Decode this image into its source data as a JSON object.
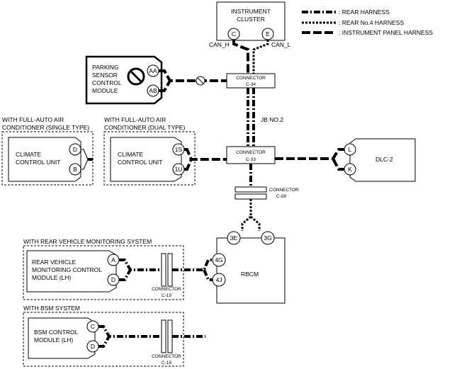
{
  "legend": {
    "rear": ": REAR HARNESS",
    "no4": ": REAR No.4 HARNESS",
    "ip": ": INSTRUMENT PANEL HARNESS"
  },
  "instrument_cluster": {
    "line1": "INSTRUMENT",
    "line2": "CLUSTER",
    "pin_c": "C",
    "pin_e": "E",
    "can_h": "CAN_H",
    "can_l": "CAN_L"
  },
  "parking_sensor": {
    "line1": "PARKING",
    "line2": "SENSOR",
    "line3": "CONTROL",
    "line4": "MODULE",
    "pin_aa": "AA",
    "pin_ab": "AB"
  },
  "connector_c34": {
    "line1": "CONNECTOR",
    "line2": "C-34"
  },
  "jb": "JB NO.2",
  "connector_c33": {
    "line1": "CONNECTOR",
    "line2": "C-33"
  },
  "connector_c08": {
    "line1": "CONNECTOR",
    "line2": "C-08"
  },
  "connector_c19a": {
    "line1": "CONNECTOR",
    "line2": "C-19"
  },
  "connector_c19b": {
    "line1": "CONNECTOR",
    "line2": "C-19"
  },
  "climate_single": {
    "group1": "WITH FULL-AUTO AIR",
    "group2": "CONDITIONER (SINGLE TYPE)",
    "line1": "CLIMATE",
    "line2": "CONTROL UNIT",
    "pin_d": "D",
    "pin_b": "B"
  },
  "climate_dual": {
    "group1": "WITH FULL-AUTO AIR",
    "group2": "CONDITIONER (DUAL TYPE)",
    "line1": "CLIMATE",
    "line2": "CONTROL UNIT",
    "pin_1s": "1S",
    "pin_1u": "1U"
  },
  "dlc": {
    "label": "DLC-2",
    "pin_l": "L",
    "pin_k": "K"
  },
  "rbcm": {
    "label": "RBCM",
    "pin_3e": "3E",
    "pin_3g": "3G",
    "pin_4g": "4G",
    "pin_4j": "4J"
  },
  "rear_monitor": {
    "group": "WITH REAR VEHICLE MONITORING SYSTEM",
    "line1": "REAR VEHICLE",
    "line2": "MONITORING CONTROL",
    "line3": "MODULE (LH)",
    "pin_a": "A",
    "pin_d": "D"
  },
  "bsm": {
    "group": "WITH BSM SYSTEM",
    "line1": "BSM CONTROL",
    "line2": "MODULE (LH)",
    "pin_c": "C",
    "pin_d": "D"
  },
  "icons": [
    "prohibited-icon"
  ]
}
